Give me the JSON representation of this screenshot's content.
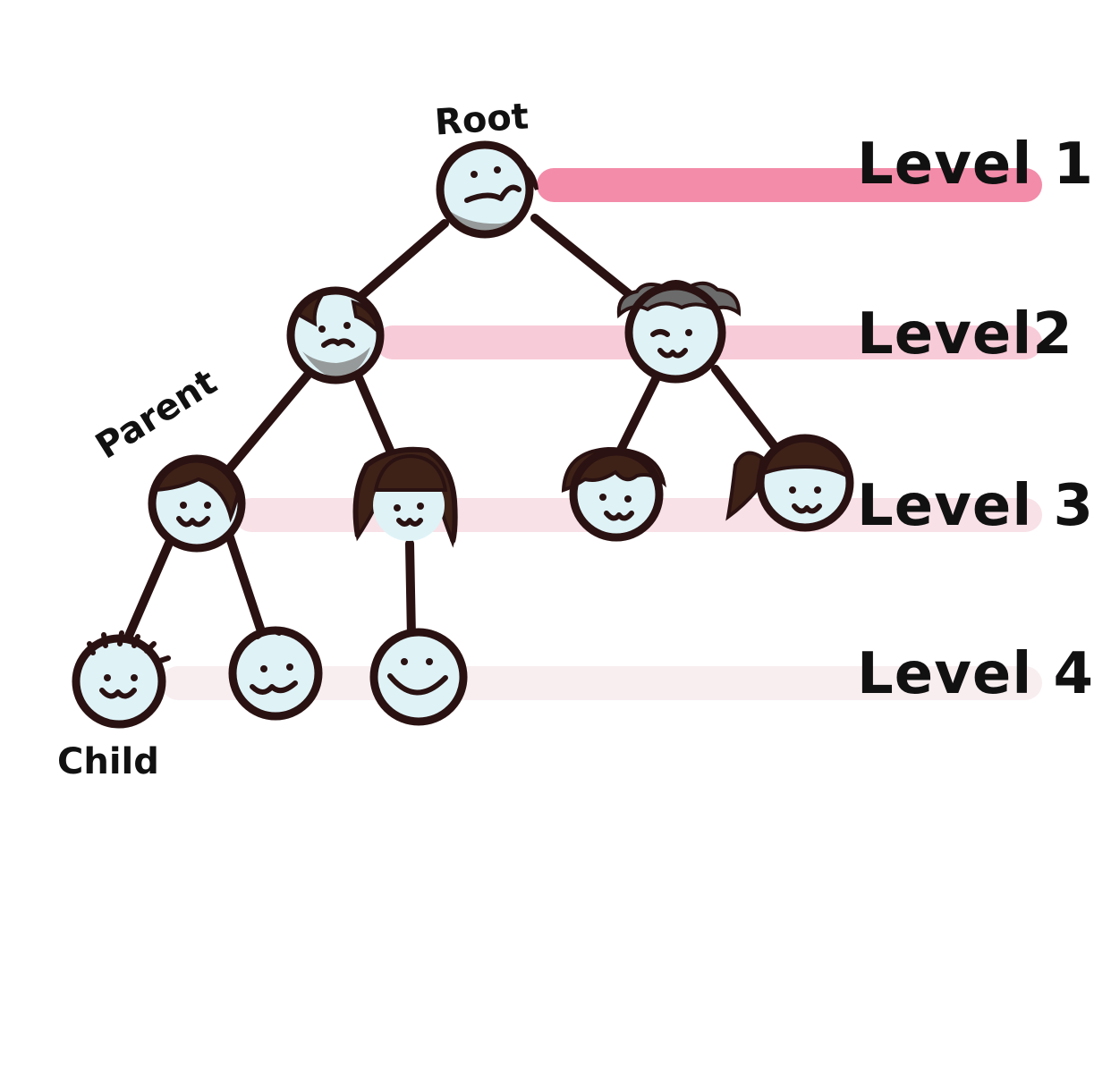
{
  "levels": [
    {
      "label": "Level 1",
      "color": "#f27fa0",
      "opacity": 0.9
    },
    {
      "label": "Level2",
      "color": "#f4a9be",
      "opacity": 0.6
    },
    {
      "label": "Level 3",
      "color": "#f2c4d0",
      "opacity": 0.5
    },
    {
      "label": "Level 4",
      "color": "#f2dde2",
      "opacity": 0.5
    }
  ],
  "labels": {
    "root": "Root",
    "parent": "Parent",
    "child": "Child"
  },
  "colors": {
    "ink": "#2a1212",
    "face": "#dff3f7",
    "hair_brown": "#3e2218",
    "hair_gray": "#6b6b6b",
    "beard_gray": "#8a8a8a"
  },
  "nodes": [
    {
      "id": "root",
      "level": 1,
      "hair": "gray-fluffy"
    },
    {
      "id": "grandpa",
      "level": 2,
      "hair": "bald-bearded"
    },
    {
      "id": "grandma",
      "level": 2,
      "hair": "gray-curly"
    },
    {
      "id": "parent",
      "level": 3,
      "hair": "brown-short"
    },
    {
      "id": "aunt",
      "level": 3,
      "hair": "brown-long"
    },
    {
      "id": "uncle",
      "level": 3,
      "hair": "brown-mop"
    },
    {
      "id": "aunt-ponytail",
      "level": 3,
      "hair": "brown-ponytail"
    },
    {
      "id": "child-1",
      "level": 4,
      "hair": "spiky"
    },
    {
      "id": "child-2",
      "level": 4,
      "hair": "tuft"
    },
    {
      "id": "child-3",
      "level": 4,
      "hair": "none"
    }
  ]
}
